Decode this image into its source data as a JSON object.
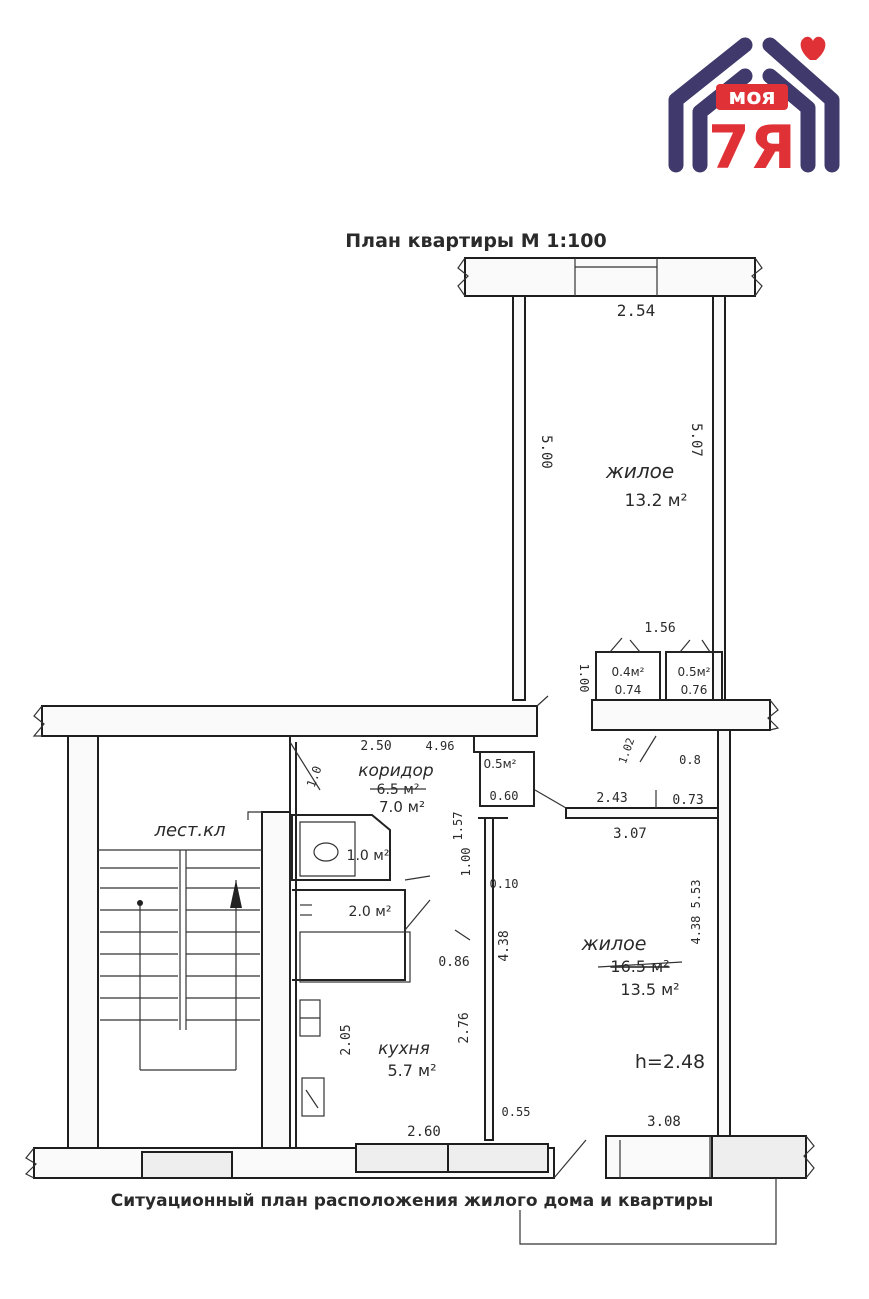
{
  "logo": {
    "word": "моя",
    "mark": "7Я",
    "colors": {
      "house": "#3f3a6b",
      "accent": "#e03137",
      "word_bg": "#e03137"
    },
    "icon": "heart-icon"
  },
  "plan": {
    "title": "План квартиры   М 1:100",
    "footer": "Ситуационный план расположения жилого дома и квартиры",
    "height_note": "h=2.48",
    "rooms": {
      "living_top": {
        "name": "жилое",
        "area": "13.2 м²"
      },
      "living_right": {
        "name": "жилое",
        "area_struck": "16.5 м²",
        "area": "13.5 м²"
      },
      "corridor": {
        "name": "коридор",
        "area_struck": "6.5 м²",
        "area": "7.0 м²"
      },
      "kitchen": {
        "name": "кухня",
        "area": "5.7 м²"
      },
      "stairs": {
        "name": "лест.кл"
      },
      "wc": {
        "area": "1.0 м²"
      },
      "bath": {
        "area": "2.0 м²"
      },
      "closet_a": {
        "area": "0.4м²",
        "width": "0.74"
      },
      "closet_b": {
        "area": "0.5м²",
        "width": "0.76"
      },
      "niche": {
        "area": "0.5м²"
      }
    },
    "dims": {
      "top_width": "2.54",
      "left_len": "5.00",
      "right_len": "5.07",
      "closets_width": "1.56",
      "wall_thk": "1.00",
      "corr_w": "2.50",
      "corr_len": "4.96",
      "corr_diag": "1.0",
      "niche_w": "0.60",
      "corr_side": "1.57",
      "kitchen_side": "1.00",
      "door_gap": "0.10",
      "mid_len": "4.38",
      "mid_a": "2.43",
      "mid_b": "0.73",
      "room_w": "3.07",
      "door_w": "0.86",
      "kitchen_len": "2.76",
      "kitchen_w2": "2.05",
      "diag_small": "1.02",
      "right_small": "0.8",
      "right_len2": "4.38 5.53",
      "bottom_kitchen": "2.60",
      "bottom_gap": "0.55",
      "bottom_room": "3.08"
    }
  }
}
